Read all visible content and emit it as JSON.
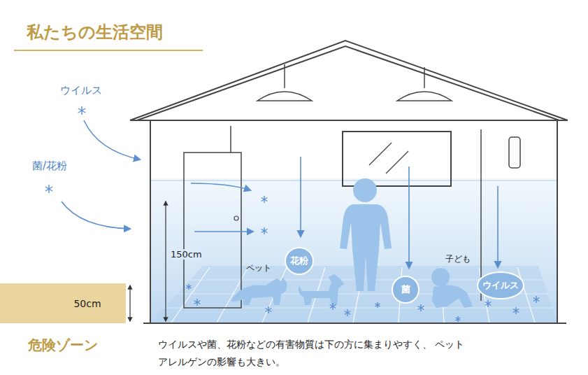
{
  "diagram": {
    "title": "私たちの生活空間",
    "caption": "ウイルスや菌、花粉などの有害物質は下の方に集まりやすく、 ペットアレルゲンの影響も大きい。",
    "nodes": [
      {
        "text": [
          "花粉"
        ]
      },
      {
        "text": [
          "菌"
        ]
      },
      {
        "text": [
          "ウイルス"
        ]
      },
      {
        "text": [
          "50cm"
        ]
      }
    ],
    "edges": [],
    "labels": [
      "ウイルス",
      "菌/花粉",
      "150cm",
      "ペット",
      "子ども",
      "危険ゾーン"
    ]
  }
}
